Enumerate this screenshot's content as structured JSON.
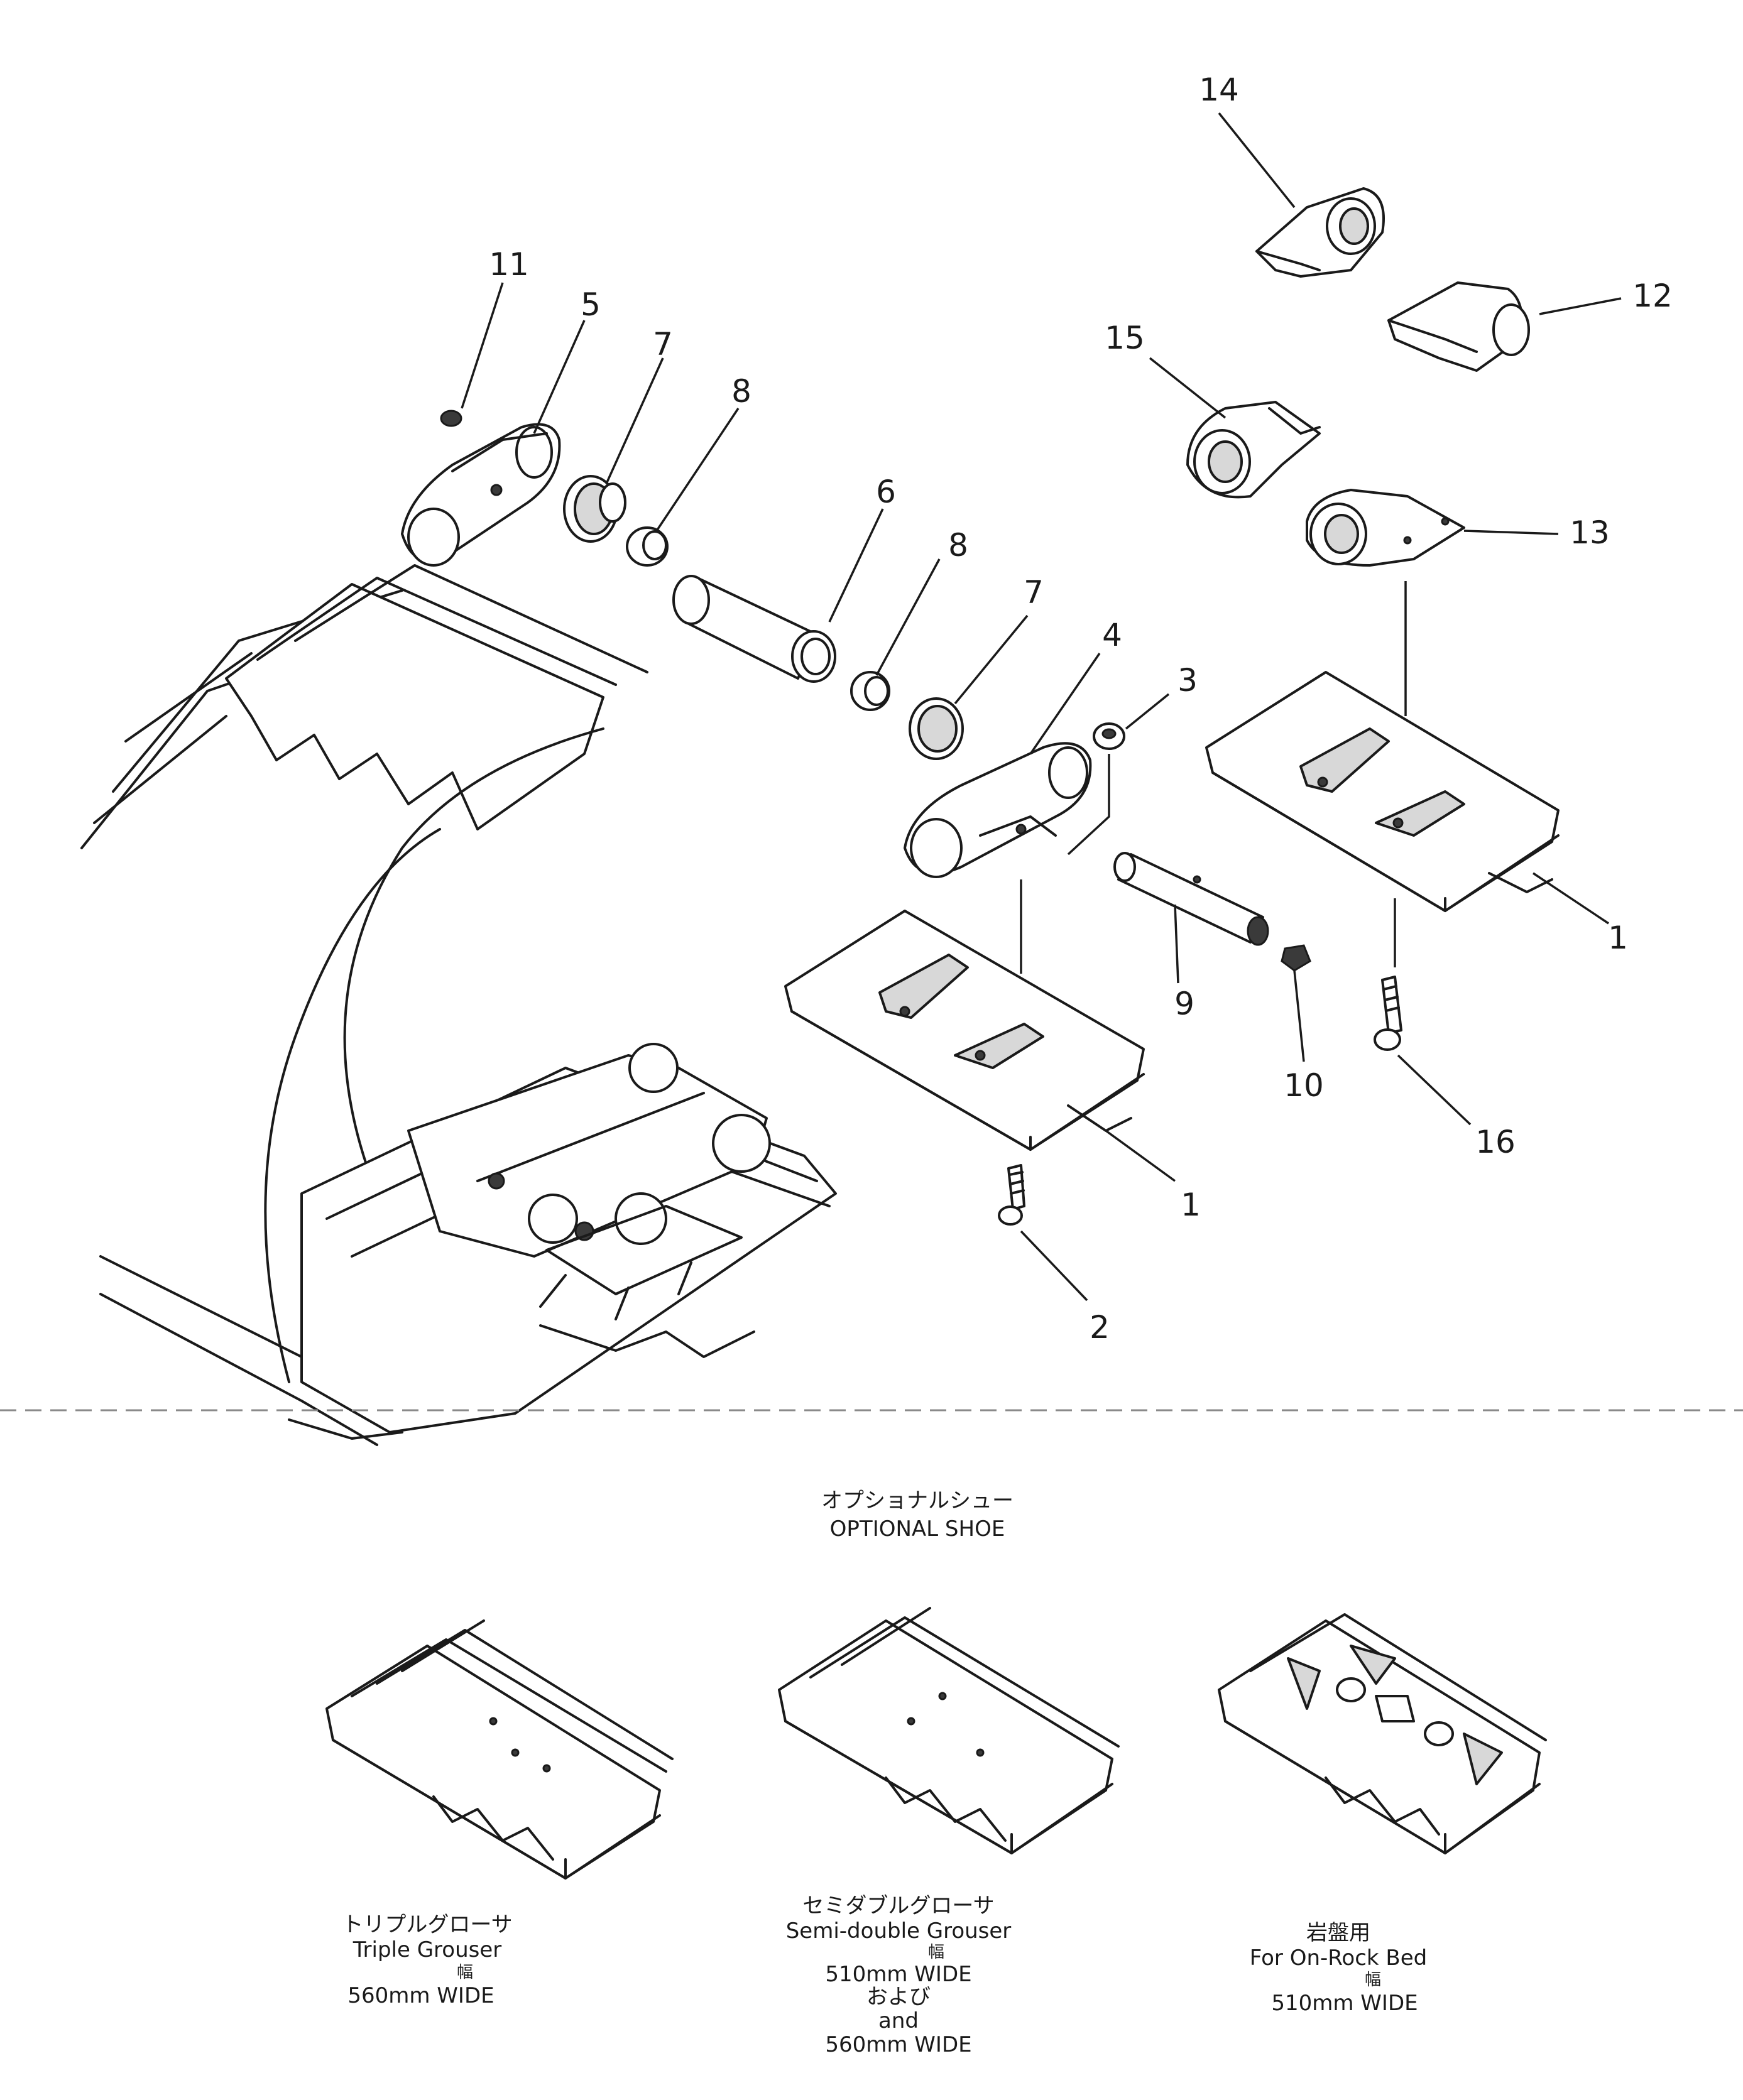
{
  "callouts": {
    "c1a": "1",
    "c1b": "1",
    "c2": "2",
    "c3": "3",
    "c4": "4",
    "c5": "5",
    "c6": "6",
    "c7a": "7",
    "c7b": "7",
    "c8a": "8",
    "c8b": "8",
    "c9": "9",
    "c10": "10",
    "c11": "11",
    "c12": "12",
    "c13": "13",
    "c14": "14",
    "c15": "15",
    "c16": "16"
  },
  "optional_section": {
    "title_jp": "オプショナルシュー",
    "title_en": "OPTIONAL SHOE"
  },
  "shoes": [
    {
      "name_jp": "トリプルグローサ",
      "name_en": "Triple Grouser",
      "width_jp": "幅",
      "width": "560mm WIDE"
    },
    {
      "name_jp": "セミダブルグローサ",
      "name_en": "Semi-double Grouser",
      "width_jp": "幅",
      "width": "510mm WIDE",
      "and_jp": "および",
      "and_en": "and",
      "width2": "560mm WIDE"
    },
    {
      "name_jp": "岩盤用",
      "name_en": "For On-Rock Bed",
      "width_jp": "幅",
      "width": "510mm WIDE"
    }
  ]
}
